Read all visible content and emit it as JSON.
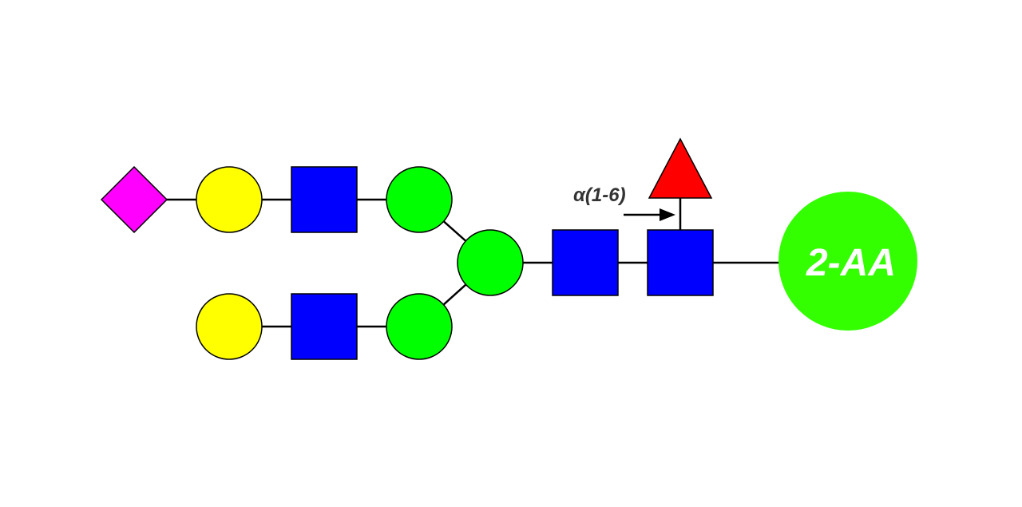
{
  "glycan": {
    "linkage_label": "α(1-6)",
    "tag_label": "2-AA",
    "colors": {
      "sialic_acid": "#ff00ff",
      "galactose": "#ffff00",
      "glcnac": "#0000ff",
      "mannose": "#00ff00",
      "fucose": "#ff0000",
      "tag": "#33ff00",
      "outline": "#000000"
    },
    "residues": [
      {
        "id": "neu5ac-1",
        "symbol": "diamond",
        "color": "#ff00ff"
      },
      {
        "id": "gal-1",
        "symbol": "circle",
        "color": "#ffff00"
      },
      {
        "id": "glcnac-1",
        "symbol": "square",
        "color": "#0000ff"
      },
      {
        "id": "man-1",
        "symbol": "circle",
        "color": "#00ff00"
      },
      {
        "id": "gal-2",
        "symbol": "circle",
        "color": "#ffff00"
      },
      {
        "id": "glcnac-2",
        "symbol": "square",
        "color": "#0000ff"
      },
      {
        "id": "man-2",
        "symbol": "circle",
        "color": "#00ff00"
      },
      {
        "id": "man-core",
        "symbol": "circle",
        "color": "#00ff00"
      },
      {
        "id": "glcnac-core-1",
        "symbol": "square",
        "color": "#0000ff"
      },
      {
        "id": "glcnac-core-2",
        "symbol": "square",
        "color": "#0000ff"
      },
      {
        "id": "fuc-1",
        "symbol": "triangle",
        "color": "#ff0000"
      }
    ]
  }
}
